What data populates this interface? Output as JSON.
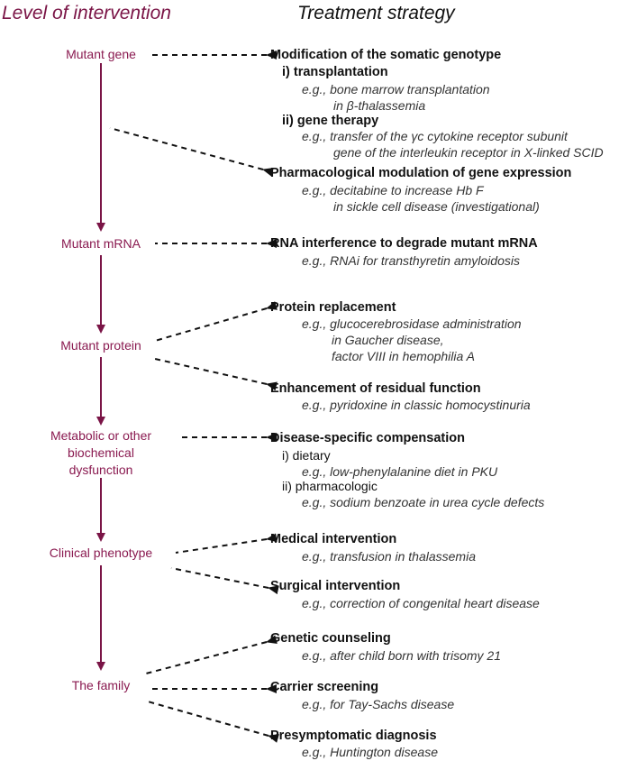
{
  "headers": {
    "level": "Level of intervention",
    "strategy": "Treatment strategy"
  },
  "levels": {
    "gene": "Mutant gene",
    "mrna": "Mutant mRNA",
    "protein": "Mutant protein",
    "metabolic_1": "Metabolic or other",
    "metabolic_2": "biochemical",
    "metabolic_3": "dysfunction",
    "clinical": "Clinical phenotype",
    "family": "The family"
  },
  "strategies": {
    "somatic": {
      "title": "Modification of the somatic genotype",
      "sub1": "i) transplantation",
      "ex1_line1": "e.g., bone marrow transplantation",
      "ex1_line2": "in β-thalassemia",
      "sub2": "ii) gene therapy",
      "ex2_line1": "e.g., transfer of the γc cytokine receptor subunit",
      "ex2_line2": "gene of the interleukin receptor in X-linked SCID"
    },
    "pharm_gene": {
      "title": "Pharmacological modulation of gene expression",
      "ex_line1": "e.g., decitabine to increase Hb F",
      "ex_line2": "in sickle cell disease (investigational)"
    },
    "rnai": {
      "title": "RNA interference to degrade mutant mRNA",
      "ex_line1": "e.g., RNAi for transthyretin amyloidosis"
    },
    "protein_replacement": {
      "title": "Protein replacement",
      "ex_line1": "e.g., glucocerebrosidase administration",
      "ex_line2": "in Gaucher disease,",
      "ex_line3": "factor VIII in hemophilia A"
    },
    "residual": {
      "title": "Enhancement of residual function",
      "ex_line1": "e.g., pyridoxine in classic homocystinuria"
    },
    "compensation": {
      "title": "Disease-specific compensation",
      "sub1": "i) dietary",
      "ex1": "e.g., low-phenylalanine diet in PKU",
      "sub2": "ii) pharmacologic",
      "ex2": "e.g., sodium benzoate in urea cycle defects"
    },
    "medical": {
      "title": "Medical intervention",
      "ex": "e.g., transfusion in thalassemia"
    },
    "surgical": {
      "title": "Surgical intervention",
      "ex": "e.g., correction of congenital heart disease"
    },
    "counseling": {
      "title": "Genetic counseling",
      "ex": "e.g., after child born with trisomy 21"
    },
    "carrier": {
      "title": "Carrier screening",
      "ex": "e.g., for Tay-Sachs disease"
    },
    "presymptomatic": {
      "title": "Presymptomatic diagnosis",
      "ex": "e.g., Huntington disease"
    }
  },
  "colors": {
    "level_text": "#8a1a50",
    "solid_arrow": "#7a1446",
    "dashed_arrow": "#111111"
  }
}
